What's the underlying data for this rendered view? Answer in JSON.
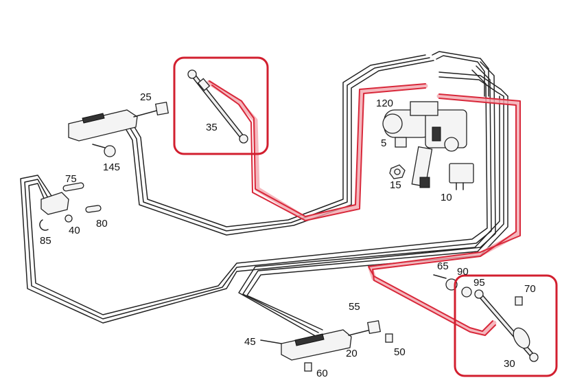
{
  "labels": {
    "p5": "5",
    "p10": "10",
    "p15": "15",
    "p20": "20",
    "p25": "25",
    "p30": "30",
    "p35": "35",
    "p40": "40",
    "p45": "45",
    "p50": "50",
    "p55": "55",
    "p60": "60",
    "p65": "65",
    "p70": "70",
    "p75": "75",
    "p80": "80",
    "p85": "85",
    "p90": "90",
    "p95": "95",
    "p120": "120",
    "p145": "145"
  },
  "colors": {
    "highlight": "#d21f2f",
    "highlighted_line": "#d8283a",
    "line": "#222222",
    "background": "#ffffff"
  }
}
